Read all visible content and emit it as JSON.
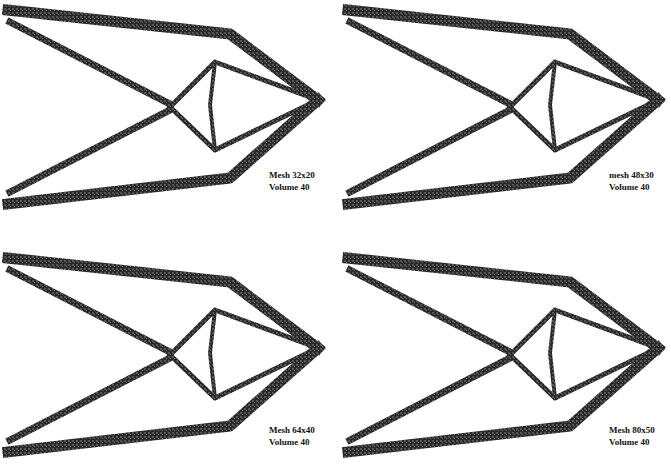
{
  "diagram": {
    "labels": [
      "Mesh 32x20",
      "Volume 40",
      "mesh 48x30",
      "Volume 40",
      "Mesh 64x40",
      "Volume 40",
      "Mesh 80x50",
      "Volume 40"
    ]
  }
}
